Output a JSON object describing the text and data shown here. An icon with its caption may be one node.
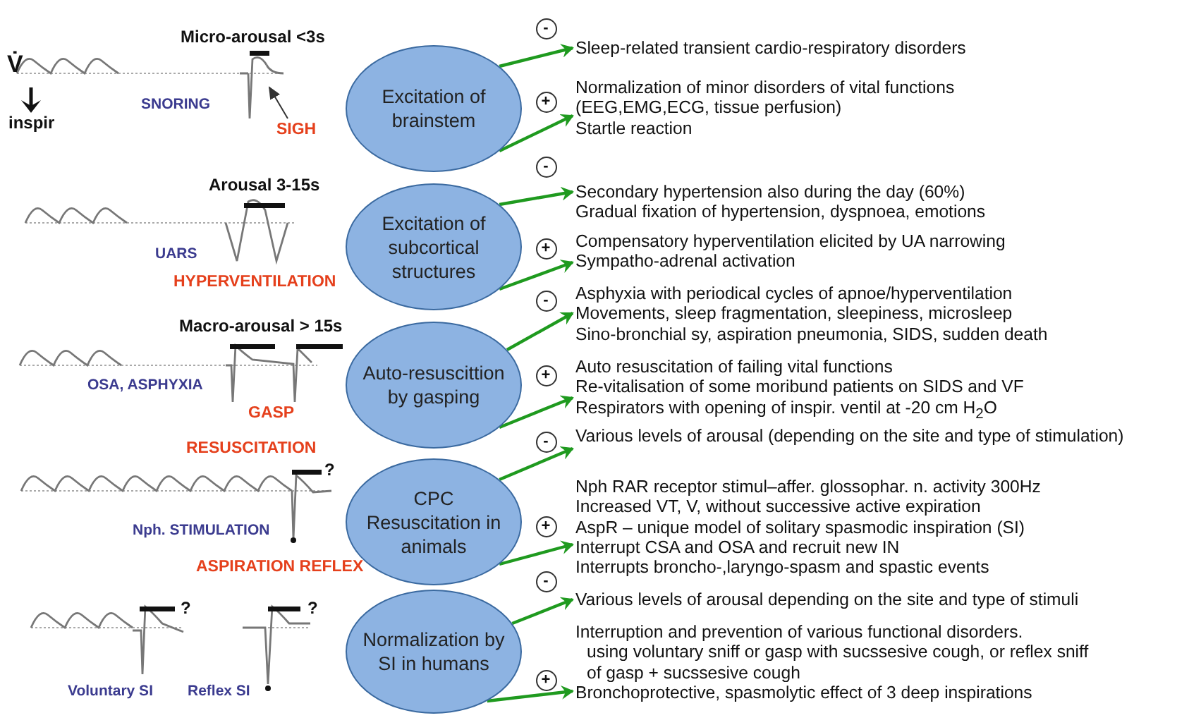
{
  "diagram": {
    "nodes": [
      {
        "text": [
          "Excitation of brainstem"
        ]
      },
      {
        "text": [
          "Excitation of subcortical structures"
        ]
      },
      {
        "text": [
          "Auto-resuscittion by gasping"
        ]
      },
      {
        "text": [
          "CPC Resuscitation in animals"
        ]
      },
      {
        "text": [
          "Normalization by SI in humans"
        ]
      },
      {
        "text": [
          "Sleep-related transient cardio-respiratory disorders"
        ]
      },
      {
        "text": [
          "Normalization of minor disorders of vital functions (EEG,EMG,ECG, tissue perfusion)",
          "Startle reaction"
        ]
      },
      {
        "text": [
          "Secondary hypertension also during the day (60%)",
          "Gradual fixation of  hypertension, dyspnoea, emotions"
        ]
      },
      {
        "text": [
          "Compensatory hyperventilation elicited by UA narrowing",
          "Sympatho-adrenal activation"
        ]
      },
      {
        "text": [
          "Asphyxia with periodical cycles of apnoe/hyperventilation",
          "Movements, sleep fragmentation, sleepiness, microsleep",
          "Sino-bronchial sy, aspiration pneumonia, SIDS, sudden death"
        ]
      },
      {
        "text": [
          "Auto resuscitation of failing vital functions",
          "Re-vitalisation of some moribund patients on SIDS and VF",
          "Respirators with opening of inspir. ventil at -20 cm H$_{2}$O"
        ]
      },
      {
        "text": [
          "Various levels of arousal (depending on the site and type of stimulation)"
        ]
      },
      {
        "text": [
          "Nph RAR receptor stimul–affer.  glossophar. n. activity 300Hz",
          "Increased VT, V, without successive active expiration",
          "AspR – unique model of solitary spasmodic inspiration (SI)",
          "Interrupt CSA and OSA and recruit new IN",
          "Interrupts broncho-,laryngo-spasm and spastic events"
        ]
      },
      {
        "text": [
          "Various levels of arousal depending on the site and type of stimuli"
        ]
      },
      {
        "text": [
          "Interruption and prevention of various functional disorders.",
          "using voluntary sniff or gasp with sucssesive cough, or reflex sniff of gasp + sucssesive cough",
          "Bronchoprotective, spasmolytic effect of 3 deep inspirations"
        ]
      },
      {
        "text": [
          "SIGH"
        ]
      },
      {
        "text": [],
        "shape": "picture"
      }
    ],
    "edges": [
      {
        "from": 0,
        "to": 5,
        "arrow": "to",
        "label": "-"
      },
      {
        "from": 0,
        "to": 6,
        "arrow": "to",
        "label": "+"
      },
      {
        "from": 1,
        "to": 7,
        "arrow": "to",
        "label": "-"
      },
      {
        "from": 1,
        "to": 8,
        "arrow": "to",
        "label": "+"
      },
      {
        "from": 2,
        "to": 9,
        "arrow": "to",
        "label": "-"
      },
      {
        "from": 2,
        "to": 10,
        "arrow": "to",
        "label": "+"
      },
      {
        "from": 3,
        "to": 11,
        "arrow": "to",
        "label": "-"
      },
      {
        "from": 3,
        "to": 12,
        "arrow": "to",
        "label": "+"
      },
      {
        "from": 4,
        "to": 13,
        "arrow": "to",
        "label": "-"
      },
      {
        "from": 4,
        "to": 14,
        "arrow": "to",
        "label": "+"
      },
      {
        "from": 15,
        "to": 16,
        "arrow": "to",
        "color": "#333333"
      }
    ],
    "labels": [
      "Micro-arousal <3s",
      "V̇",
      "inspir",
      "SNORING",
      "Arousal 3-15s",
      "UARS",
      "HYPERVENTILATION",
      "Macro-arousal > 15s",
      "OSA, ASPHYXIA",
      "GASP",
      "RESUSCITATION",
      "?",
      "Nph. STIMULATION",
      "ASPIRATION  REFLEX",
      "?",
      "?",
      "Voluntary SI",
      "Reflex SI"
    ]
  }
}
